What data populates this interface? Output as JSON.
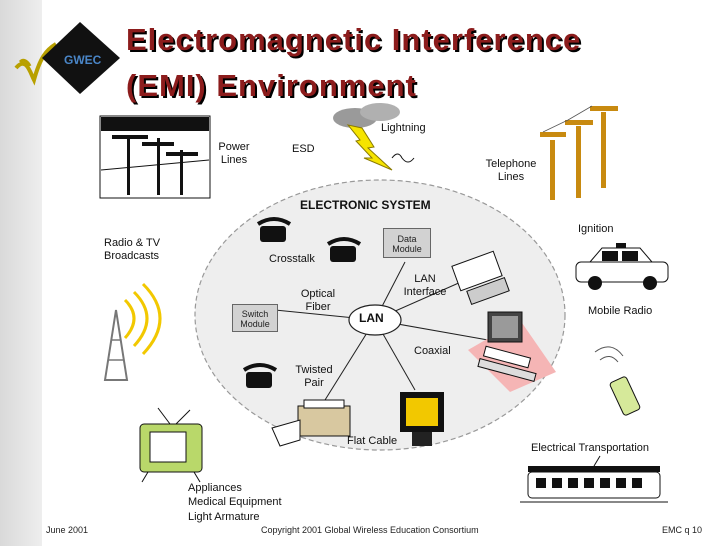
{
  "logo": {
    "text": "GWEC"
  },
  "title": {
    "line1": "Electromagnetic Interference",
    "line2": "(EMI) Environment"
  },
  "system": {
    "heading": "ELECTRONIC SYSTEM",
    "data_module": "Data Module",
    "switch_module": "Switch Module",
    "lan": "LAN",
    "crosstalk": "Crosstalk",
    "optical_fiber": "Optical Fiber",
    "lan_interface": "LAN Interface",
    "coaxial": "Coaxial",
    "twisted_pair": "Twisted Pair",
    "flat_cable": "Flat Cable"
  },
  "sources": {
    "power_lines": "Power Lines",
    "esd": "ESD",
    "lightning": "Lightning",
    "telephone_lines": "Telephone Lines",
    "ignition": "Ignition",
    "radio_tv": "Radio & TV Broadcasts",
    "mobile_radio": "Mobile Radio",
    "electrical_transportation": "Electrical Transportation",
    "appliances": "Appliances",
    "medical_equipment": "Medical Equipment",
    "light_armature": "Light Armature"
  },
  "footer": {
    "date": "June 2001",
    "copyright": "Copyright 2001 Global Wireless Education Consortium",
    "page": "EMC q 10"
  },
  "colors": {
    "title": "#8c1c1c",
    "sidebar": "#e0e0e0",
    "ellipse": "#eeeeee"
  }
}
